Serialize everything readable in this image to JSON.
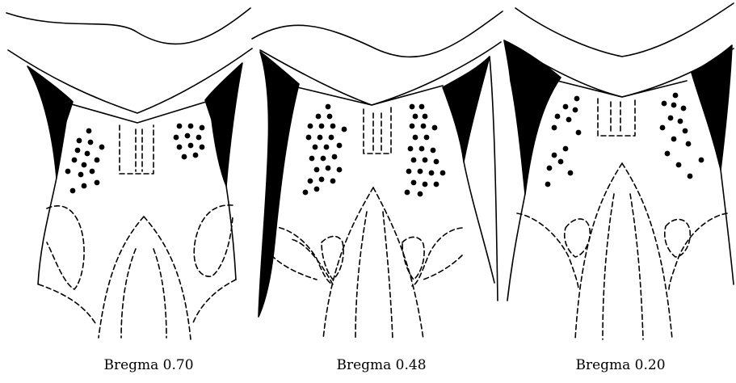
{
  "figure": {
    "panels": [
      {
        "label": "Bregma 0.70"
      },
      {
        "label": "Bregma 0.48"
      },
      {
        "label": "Bregma 0.20"
      }
    ]
  },
  "colors": {
    "ink": "#000000",
    "background": "#ffffff"
  }
}
